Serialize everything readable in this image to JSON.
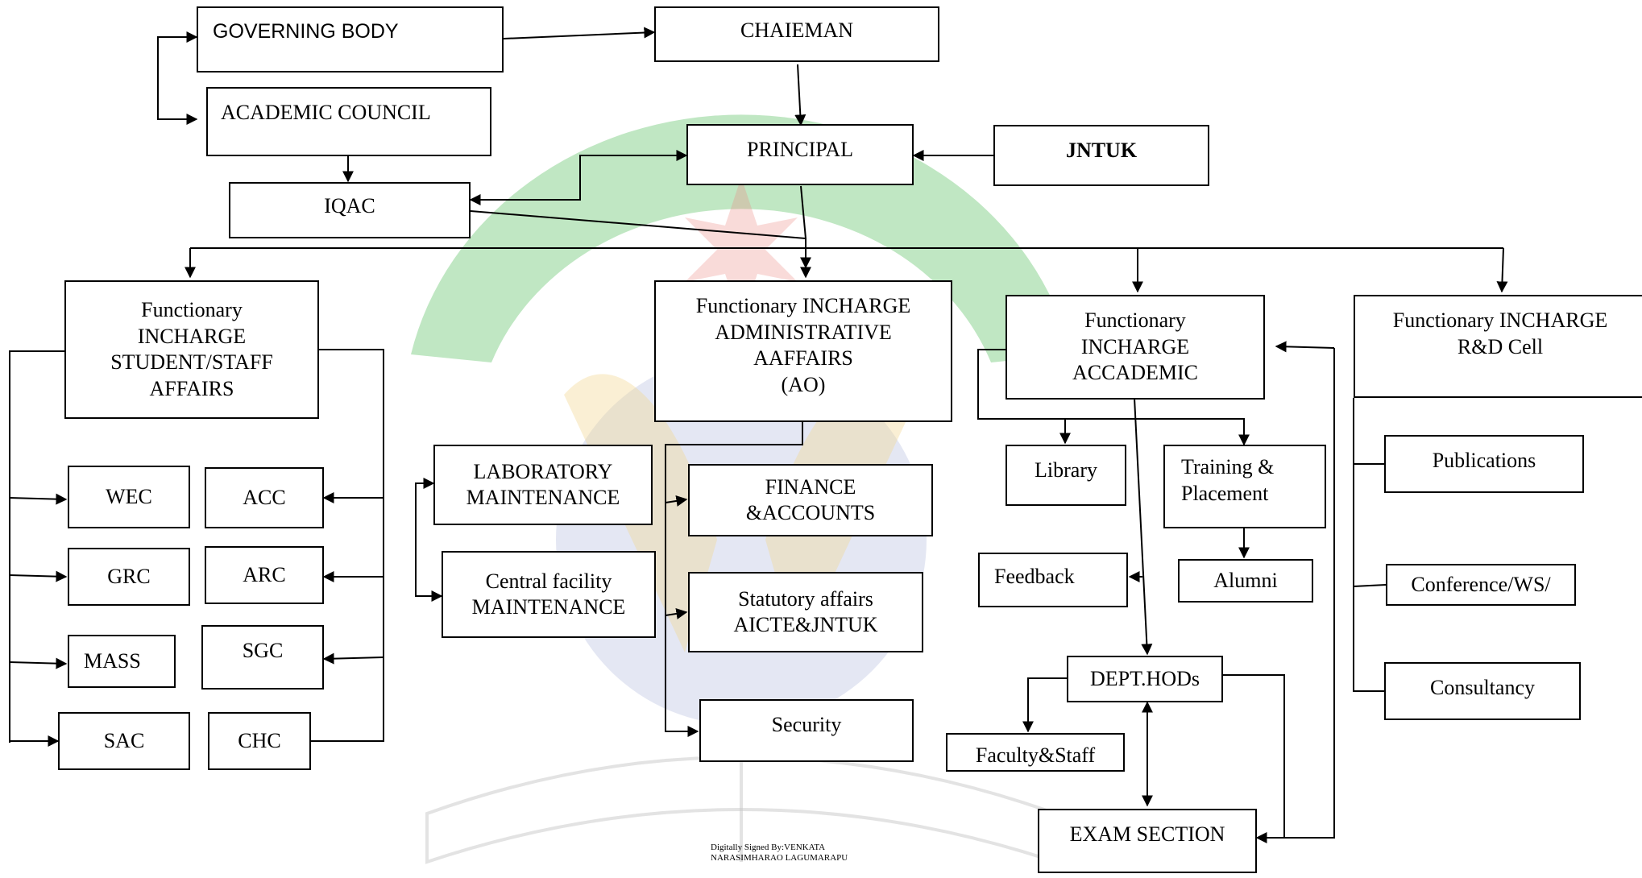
{
  "title": "",
  "nodes": {
    "governing_body": "GOVERNING BODY",
    "chairman": "CHAIEMAN",
    "academic_council": "ACADEMIC COUNCIL",
    "principal": "PRINCIPAL",
    "jntuk": "JNTUK",
    "iqac": "IQAC",
    "student_staff": "Functionary\nINCHARGE\nSTUDENT/STAFF\nAFFAIRS",
    "administrative": "Functionary INCHARGE\nADMINISTRATIVE\nAAFFAIRS\n(AO)",
    "academic": "Functionary\nINCHARGE\nACCADEMIC",
    "rd_cell": "Functionary INCHARGE\nR&D Cell",
    "wec": "WEC",
    "acc": "ACC",
    "grc": "GRC",
    "arc": "ARC",
    "mass": "MASS",
    "sgc": "SGC",
    "sac": "SAC",
    "chc": "CHC",
    "lab_maint": "LABORATORY\nMAINTENANCE",
    "central_maint": "Central facility\nMAINTENANCE",
    "finance": "FINANCE\n&ACCOUNTS",
    "statutory": "Statutory affairs\nAICTE&JNTUK",
    "security": "Security",
    "library": "Library",
    "training": "Training &\nPlacement",
    "alumni": "Alumni",
    "feedback": "Feedback",
    "dept_hods": "DEPT.HODs",
    "faculty_staff": "Faculty&Staff",
    "exam_section": "EXAM SECTION",
    "publications": "Publications",
    "conference": "Conference/WS/",
    "consultancy": "Consultancy"
  },
  "signature": {
    "line1": "Digitally Signed By:VENKATA",
    "line2": "NARASIMHARAO LAGUMARAPU"
  },
  "colors": {
    "line": "#000000",
    "watermark_green": "#2fae3a",
    "watermark_red": "#d9261c",
    "watermark_yellow": "#e8b020",
    "watermark_blue": "#3a4fa8"
  }
}
